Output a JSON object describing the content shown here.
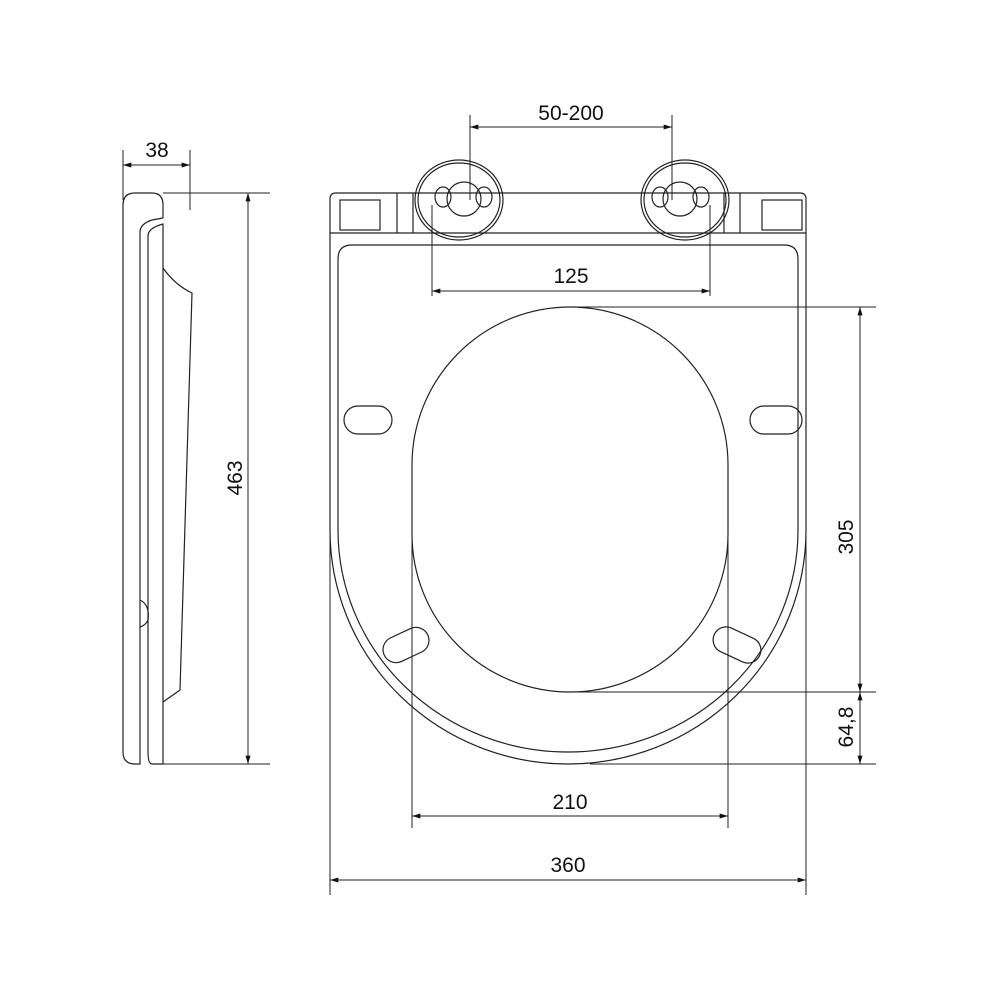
{
  "drawing": {
    "side_view": {
      "depth_label": "38",
      "height_label": "463"
    },
    "front_view": {
      "hinge_range_label": "50-200",
      "hinge_spacing_label": "125",
      "opening_length_label": "305",
      "rim_front_label": "64,8",
      "opening_width_label": "210",
      "overall_width_label": "360"
    },
    "line_color": "#222222"
  }
}
